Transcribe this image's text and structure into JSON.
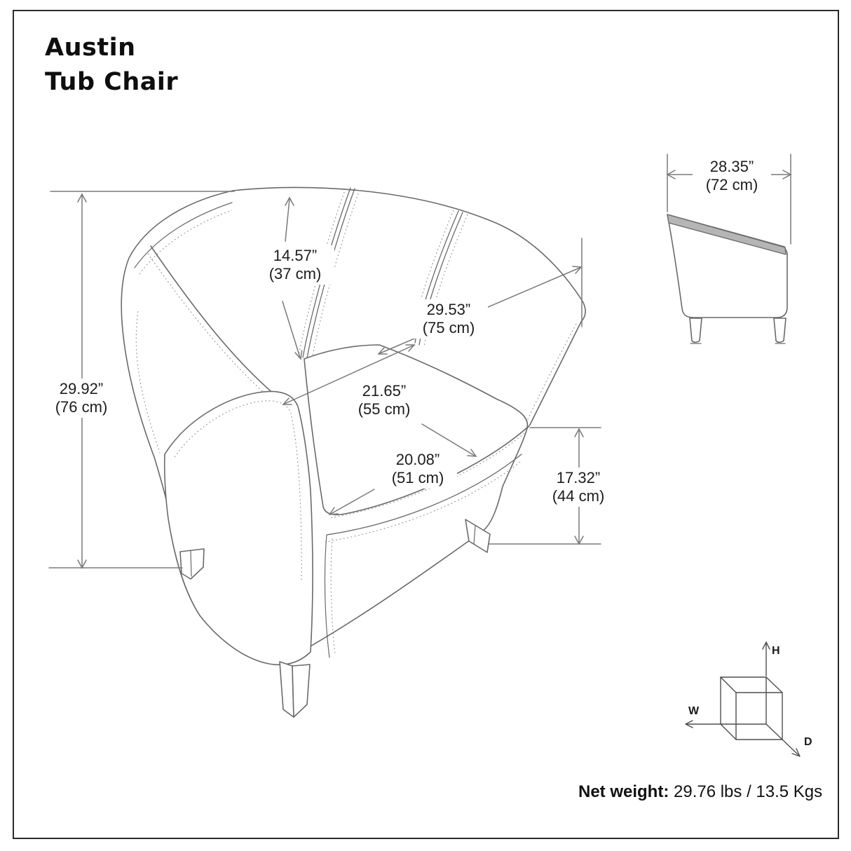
{
  "header": {
    "title_line1": "Austin",
    "title_line2": "Tub Chair"
  },
  "dimensions": {
    "overall_height": {
      "inches": "29.92”",
      "cm": "(76 cm)"
    },
    "back_height": {
      "inches": "14.57”",
      "cm": "(37 cm)"
    },
    "overall_width": {
      "inches": "29.53”",
      "cm": "(75 cm)"
    },
    "seat_width": {
      "inches": "21.65”",
      "cm": "(55 cm)"
    },
    "seat_depth": {
      "inches": "20.08”",
      "cm": "(51 cm)"
    },
    "seat_height": {
      "inches": "17.32”",
      "cm": "(44 cm)"
    },
    "side_depth": {
      "inches": "28.35”",
      "cm": "(72 cm)"
    }
  },
  "axis_cube": {
    "height": "H",
    "width": "W",
    "depth": "D"
  },
  "footer": {
    "net_weight_label": "Net weight:",
    "net_weight_value": "29.76 lbs / 13.5 Kgs"
  },
  "colors": {
    "line": "#6a6a6a",
    "dim_line": "#7a7a7a",
    "stitch": "#8f8f8f",
    "text": "#1c1c1c",
    "border": "#2b2b2b"
  }
}
